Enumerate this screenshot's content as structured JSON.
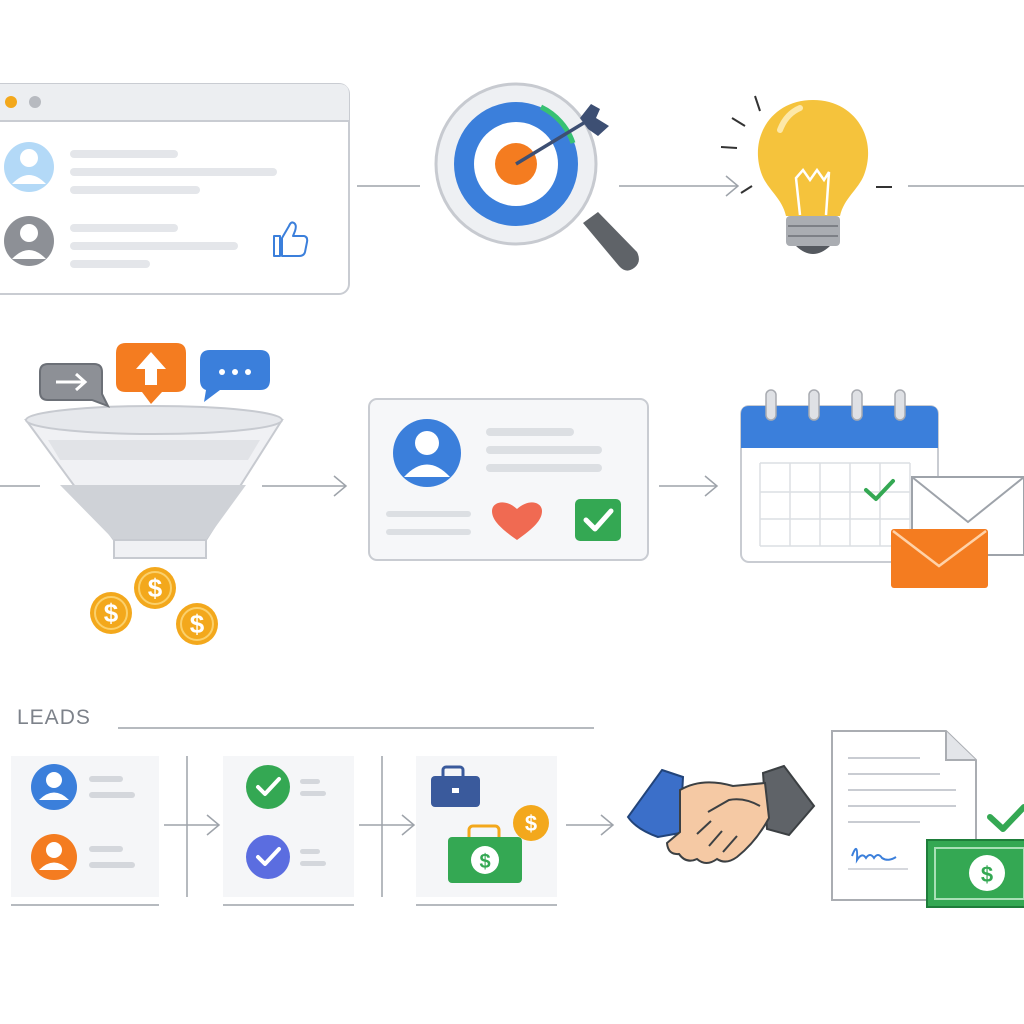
{
  "section_label": "LEADS",
  "currency_symbol": "$",
  "colors": {
    "background": "#ffffff",
    "outline": "#c9ccd2",
    "connector": "#9ea3aa",
    "blue": "#3b7fdb",
    "orange": "#f47c20",
    "yellow": "#f5c33c",
    "green": "#34a853",
    "gold": "#f3a81c",
    "red_heart": "#f06a52",
    "navy": "#3a5a9c",
    "gray_icon": "#8d9096",
    "light_blue": "#b3d9f7"
  },
  "icons": [
    "social-feed-window",
    "thumbs-up-icon",
    "target-magnifier-icon",
    "lightbulb-icon",
    "sales-funnel-icon",
    "chat-bubble-icons",
    "coin-icons",
    "contact-card-icon",
    "heart-icon",
    "check-badge-icon",
    "calendar-icon",
    "envelope-icons",
    "lead-list-card",
    "qualified-list-card",
    "briefcase-card",
    "handshake-icon",
    "signed-contract-icon",
    "cash-bill-icon"
  ]
}
